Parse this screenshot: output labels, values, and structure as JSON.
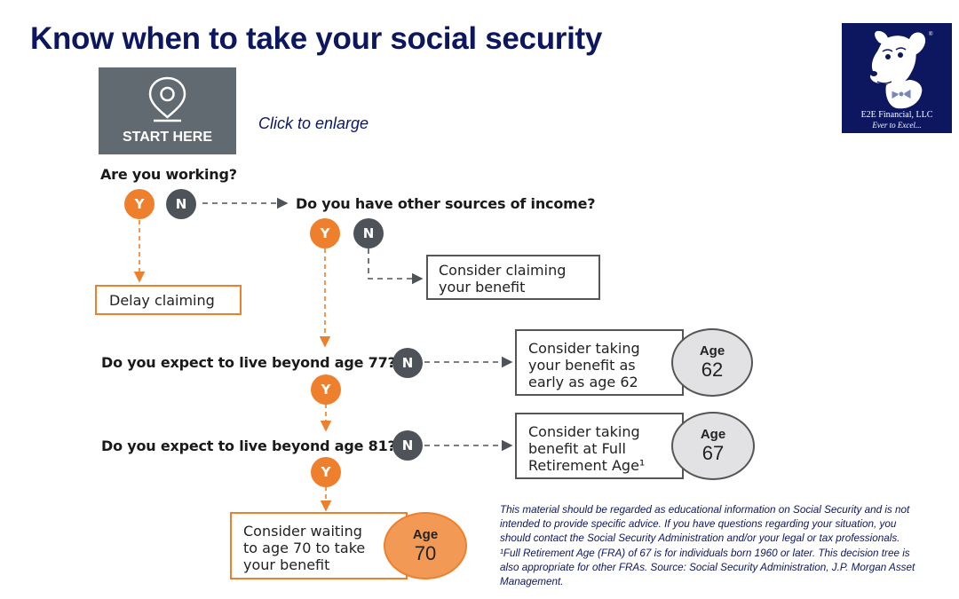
{
  "header": {
    "title": "Know when to take your social security"
  },
  "logo": {
    "name": "E2E Financial, LLC",
    "tagline": "Ever to Excel..."
  },
  "start": {
    "label": "START HERE"
  },
  "enlarge_link": "Click to enlarge",
  "decision_tree": {
    "q1": "Are you working?",
    "q2": "Do you have other sources of income?",
    "q3": "Do you expect to live beyond age 77?",
    "q4": "Do you expect to live beyond age 81?",
    "yes": "Y",
    "no": "N",
    "delay": "Delay claiming",
    "claim_line1": "Consider claiming",
    "claim_line2": "your benefit",
    "early_line1": "Consider taking",
    "early_line2": "your benefit as",
    "early_line3": "early as age 62",
    "fra_line1": "Consider taking",
    "fra_line2": "benefit at Full",
    "fra_line3": "Retirement Age¹",
    "wait_line1": "Consider waiting",
    "wait_line2": "to age 70 to take",
    "wait_line3": "your benefit",
    "age_label": "Age",
    "age_62": "62",
    "age_67": "67",
    "age_70": "70"
  },
  "disclaimer": "This material should be regarded as educational information on Social Security and is not intended to provide specific advice. If you have questions regarding your situation, you should contact the Social Security Administration and/or your legal or tax professionals. ¹Full Retirement Age (FRA) of 67 is for individuals born 1960 or later. This decision tree is also appropriate for other FRAs. Source: Social Security Administration, J.P. Morgan Asset Management.",
  "colors": {
    "navy": "#0c1760",
    "orange": "#ee7f2d",
    "gray": "#4d5358",
    "box_gray": "#616a70"
  }
}
